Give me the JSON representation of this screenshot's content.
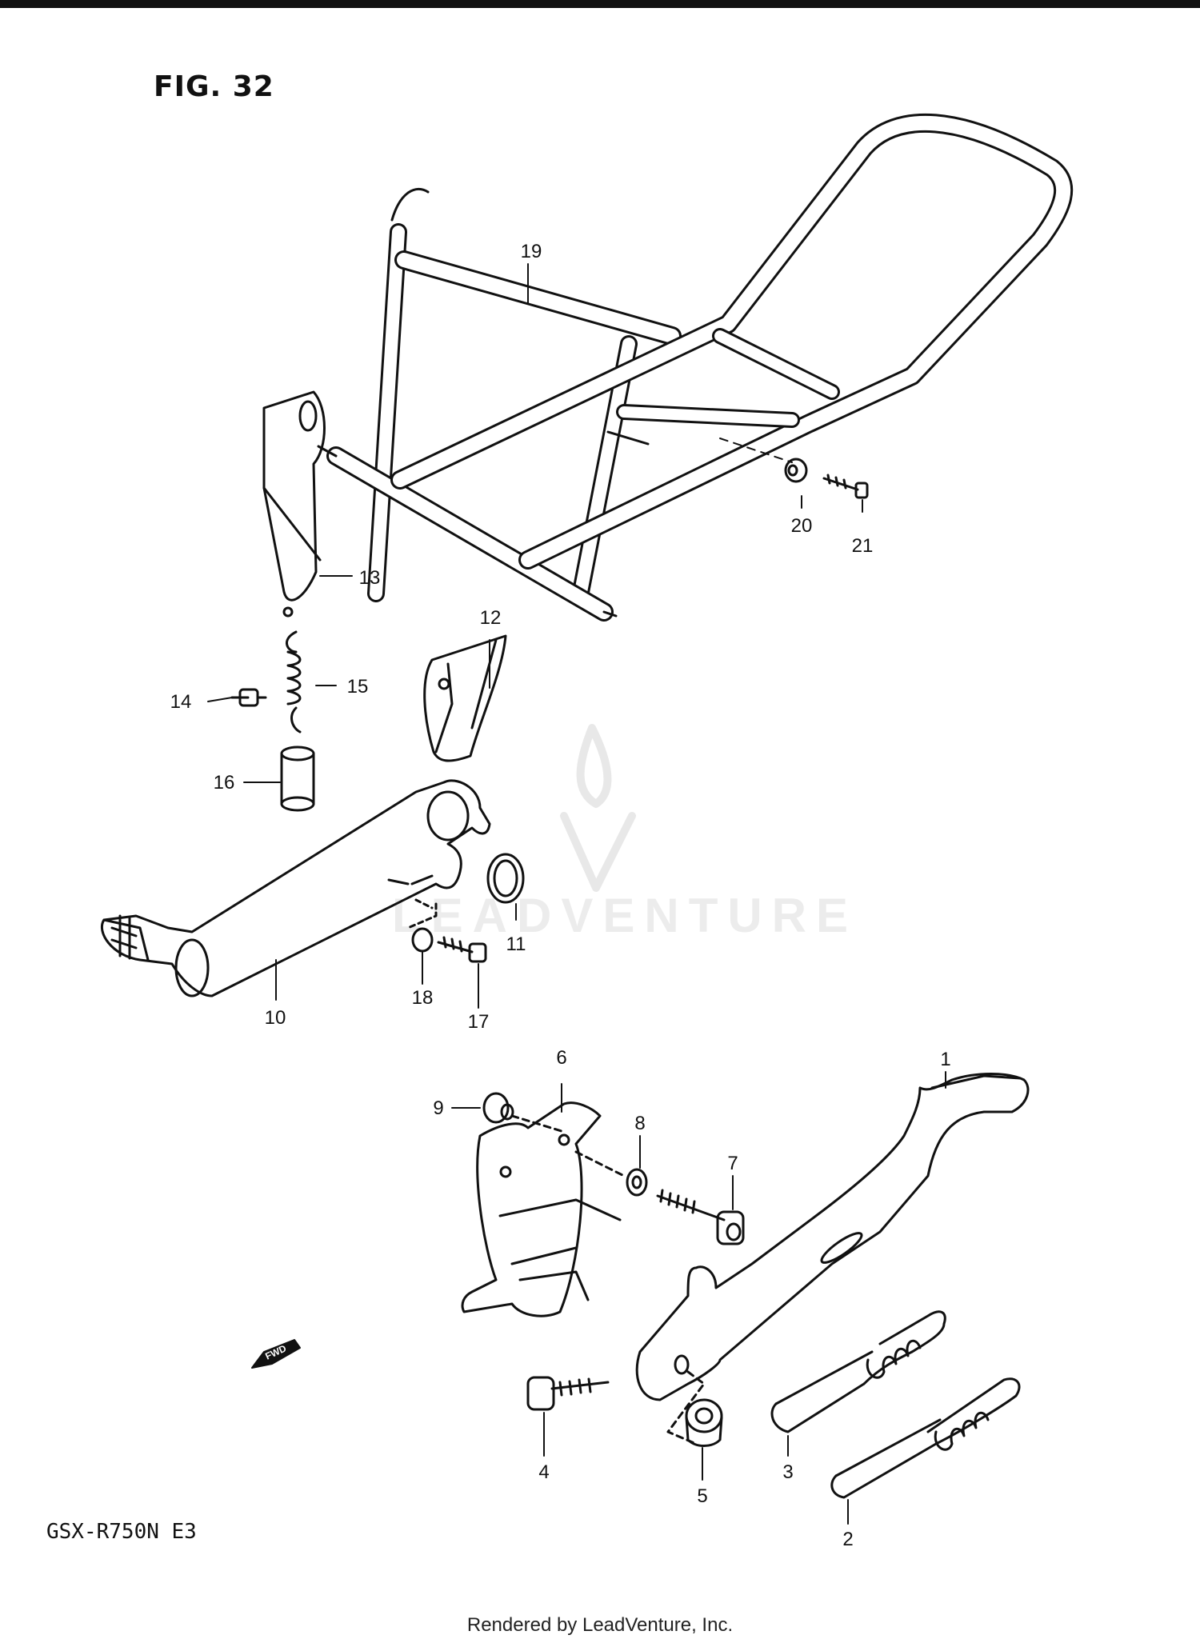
{
  "figure": {
    "title": "FIG. 32",
    "model": "GSX-R750N E3",
    "footer": "Rendered by LeadVenture, Inc.",
    "watermark": "LEADVENTURE",
    "fwd_label": "FWD"
  },
  "callouts": {
    "c1": "1",
    "c2": "2",
    "c3": "3",
    "c4": "4",
    "c5": "5",
    "c6": "6",
    "c7": "7",
    "c8": "8",
    "c9": "9",
    "c10": "10",
    "c11": "11",
    "c12": "12",
    "c13": "13",
    "c14": "14",
    "c15": "15",
    "c16": "16",
    "c17": "17",
    "c18": "18",
    "c19": "19",
    "c20": "20",
    "c21": "21"
  }
}
